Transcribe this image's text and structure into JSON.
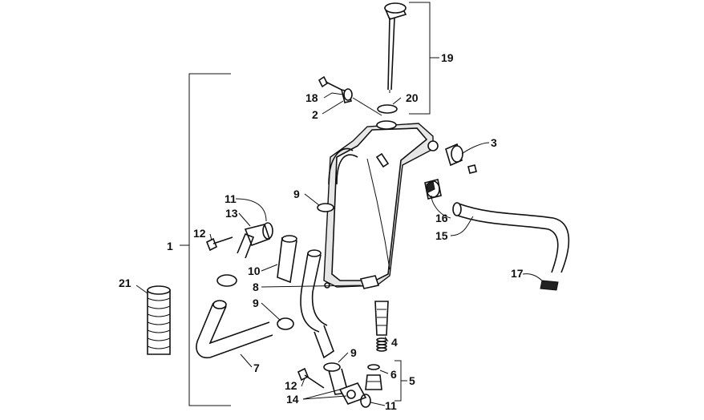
{
  "callouts": {
    "c1": "1",
    "c2": "2",
    "c3": "3",
    "c4": "4",
    "c5": "5",
    "c6": "6",
    "c7": "7",
    "c8": "8",
    "c9a": "9",
    "c9b": "9",
    "c9c": "9",
    "c10": "10",
    "c11a": "11",
    "c11b": "11",
    "c12a": "12",
    "c12b": "12",
    "c13": "13",
    "c14": "14",
    "c15": "15",
    "c16": "16",
    "c17": "17",
    "c18": "18",
    "c19": "19",
    "c20": "20",
    "c21": "21"
  }
}
